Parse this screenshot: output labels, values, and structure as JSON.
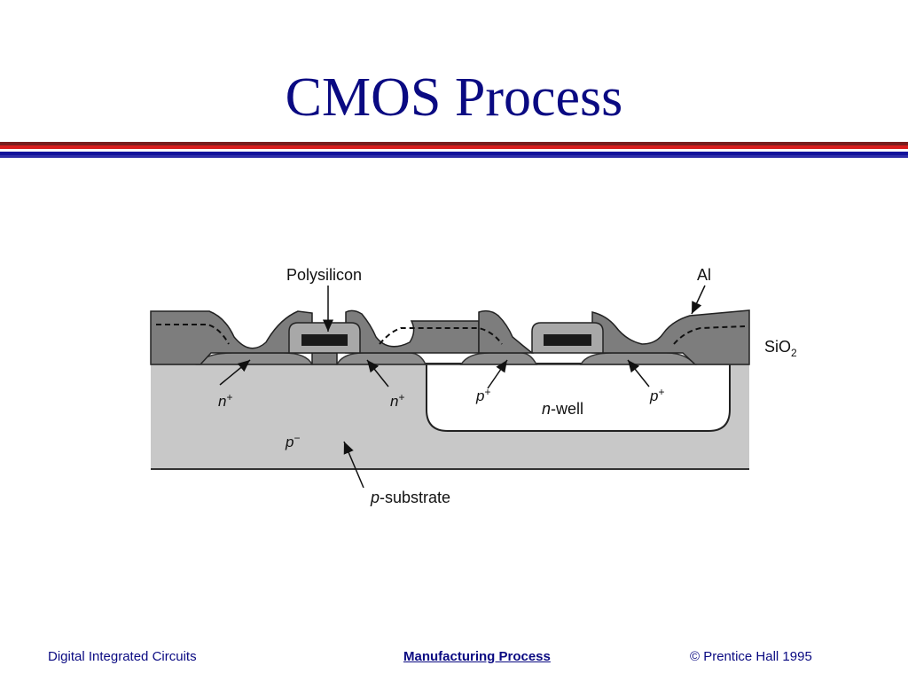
{
  "slide": {
    "title": "CMOS Process"
  },
  "diagram": {
    "labels": {
      "polysilicon": "Polysilicon",
      "al": "Al",
      "sio2_main": "SiO",
      "sio2_sub": "2",
      "n_plus_left": "n",
      "n_plus_right": "n",
      "plus": "+",
      "p_plus_left": "p",
      "p_plus_right": "p",
      "n_well_italic": "n",
      "n_well_rest": "-well",
      "p_minus": "p",
      "minus": "−",
      "p_substrate_italic": "p",
      "p_substrate_rest": "-substrate"
    },
    "colors": {
      "substrate": "#c8c8c8",
      "oxide": "#7d7d7d",
      "diffusion": "#8e8e8e",
      "n_well": "#ffffff",
      "polysilicon": "#1a1a1a"
    }
  },
  "footer": {
    "left": "Digital Integrated Circuits",
    "center": "Manufacturing Process",
    "right": "© Prentice Hall 1995"
  }
}
